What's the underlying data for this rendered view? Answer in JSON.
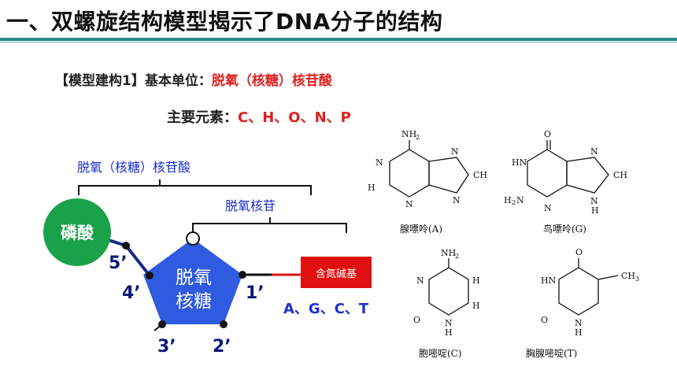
{
  "title": "一、双螺旋结构模型揭示了DNA分子的结构",
  "model": {
    "prefix": "【模型建构1】基本单位：",
    "unit": "脱氧（核糖）核苷酸"
  },
  "elements": {
    "label": "主要元素：",
    "value": "C、H、O、N、P"
  },
  "diagram": {
    "nucleotide_label": "脱氧（核糖）核苷酸",
    "nucleoside_label": "脱氧核苷",
    "phosphate": "磷酸",
    "sugar_line1": "脱氧",
    "sugar_line2": "核糖",
    "base": "含氮碱基",
    "bases_list": "A、G、C、T",
    "pos_5": "5’",
    "pos_4": "4’",
    "pos_3": "3’",
    "pos_2": "2’",
    "pos_1": "1’"
  },
  "structures": {
    "adenine": {
      "caption": "腺嘌呤(A)",
      "top_group": "NH2"
    },
    "guanine": {
      "caption": "鸟嘌呤(G)",
      "top_group": "O"
    },
    "cytosine": {
      "caption": "胞嘧啶(C)",
      "top_group": "NH2"
    },
    "thymine": {
      "caption": "胸腺嘧啶(T)",
      "top_group": "O",
      "side_group": "CH3"
    }
  },
  "colors": {
    "accent_teal": "#2a8a8a",
    "red": "#e02020",
    "blue": "#1a2fd0",
    "phosphate_green": "#1aa24a",
    "sugar_blue": "#2f5be0"
  }
}
